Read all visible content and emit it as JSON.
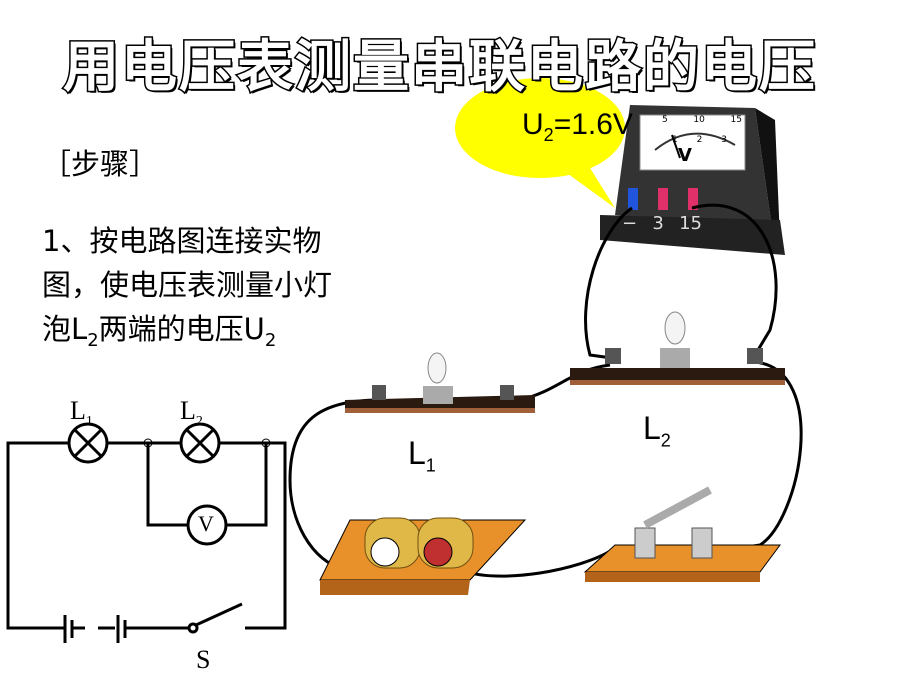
{
  "title": "用电压表测量串联电路的电压",
  "steps_heading": "［步骤］",
  "step_lines": [
    "1、按电路图连接实物",
    "图，使电压表测量小灯",
    "泡",
    "L",
    "2",
    "两端的电压",
    "U",
    "2"
  ],
  "bubble": {
    "u": "U",
    "sub": "2",
    "value": "=1.6V"
  },
  "meter": {
    "scale_top": [
      "5",
      "10",
      "15"
    ],
    "scale_bottom": [
      "1",
      "2",
      "3"
    ],
    "unit": "V",
    "terminals": [
      "−",
      "3",
      "15"
    ]
  },
  "real_labels": {
    "l1": "L",
    "l1_sub": "1",
    "l2": "L",
    "l2_sub": "2"
  },
  "diagram": {
    "l1": "L",
    "l1_sub": "1",
    "l2": "L",
    "l2_sub": "2",
    "voltmeter": "V",
    "switch": "S"
  },
  "colors": {
    "bubble": "#ffff00",
    "board": "#e8902a",
    "base": "#2a1a10"
  }
}
